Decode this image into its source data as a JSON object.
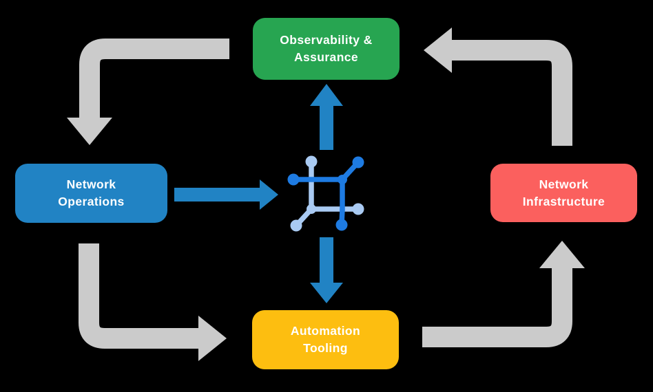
{
  "colors": {
    "background": "#000000",
    "arrow_gray": "#CBCBCB",
    "arrow_blue": "#2183C4",
    "icon_blue_dark": "#1E7BE2",
    "icon_blue_light": "#A9CAF2"
  },
  "nodes": {
    "observability": {
      "line1": "Observability &",
      "line2": "Assurance",
      "color": "#27A551"
    },
    "operations": {
      "line1": "Network",
      "line2": "Operations",
      "color": "#2183C4"
    },
    "infrastructure": {
      "line1": "Network",
      "line2": "Infrastructure",
      "color": "#FB605E"
    },
    "automation": {
      "line1": "Automation",
      "line2": "Tooling",
      "color": "#FDBE10"
    }
  },
  "center_icon": "network-nodes-icon"
}
